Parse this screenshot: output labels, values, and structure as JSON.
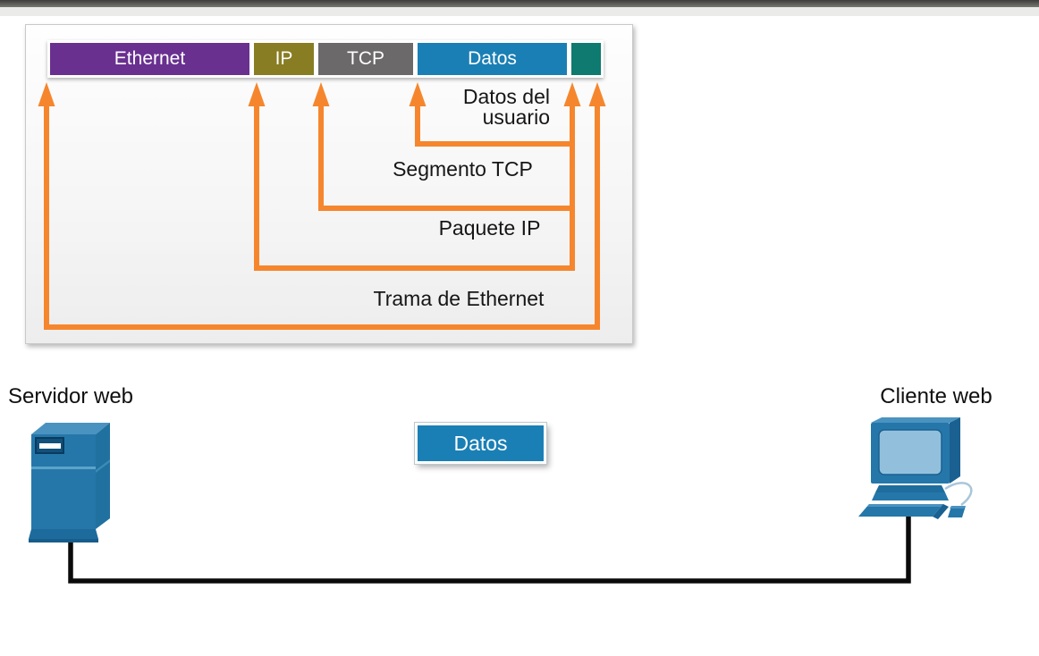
{
  "encapsulation_panel": {
    "protocol_bar": {
      "segments": [
        {
          "label": "Ethernet",
          "color": "#693090"
        },
        {
          "label": "IP",
          "color": "#887d23"
        },
        {
          "label": "TCP",
          "color": "#6c696a"
        },
        {
          "label": "Datos",
          "color": "#1a7fb5"
        },
        {
          "label": "",
          "color": "#0e7a70"
        }
      ]
    },
    "annotations": {
      "user_data": "Datos del usuario",
      "tcp_segment": "Segmento TCP",
      "ip_packet": "Paquete IP",
      "ethernet_frame": "Trama de Ethernet"
    },
    "arrow_color": "#f6862d"
  },
  "network": {
    "server_label": "Servidor web",
    "client_label": "Cliente web",
    "data_box": {
      "label": "Datos",
      "fill": "#1a7fb5"
    },
    "device_color": "#2577aa",
    "cable_color": "#0b0b0b"
  }
}
